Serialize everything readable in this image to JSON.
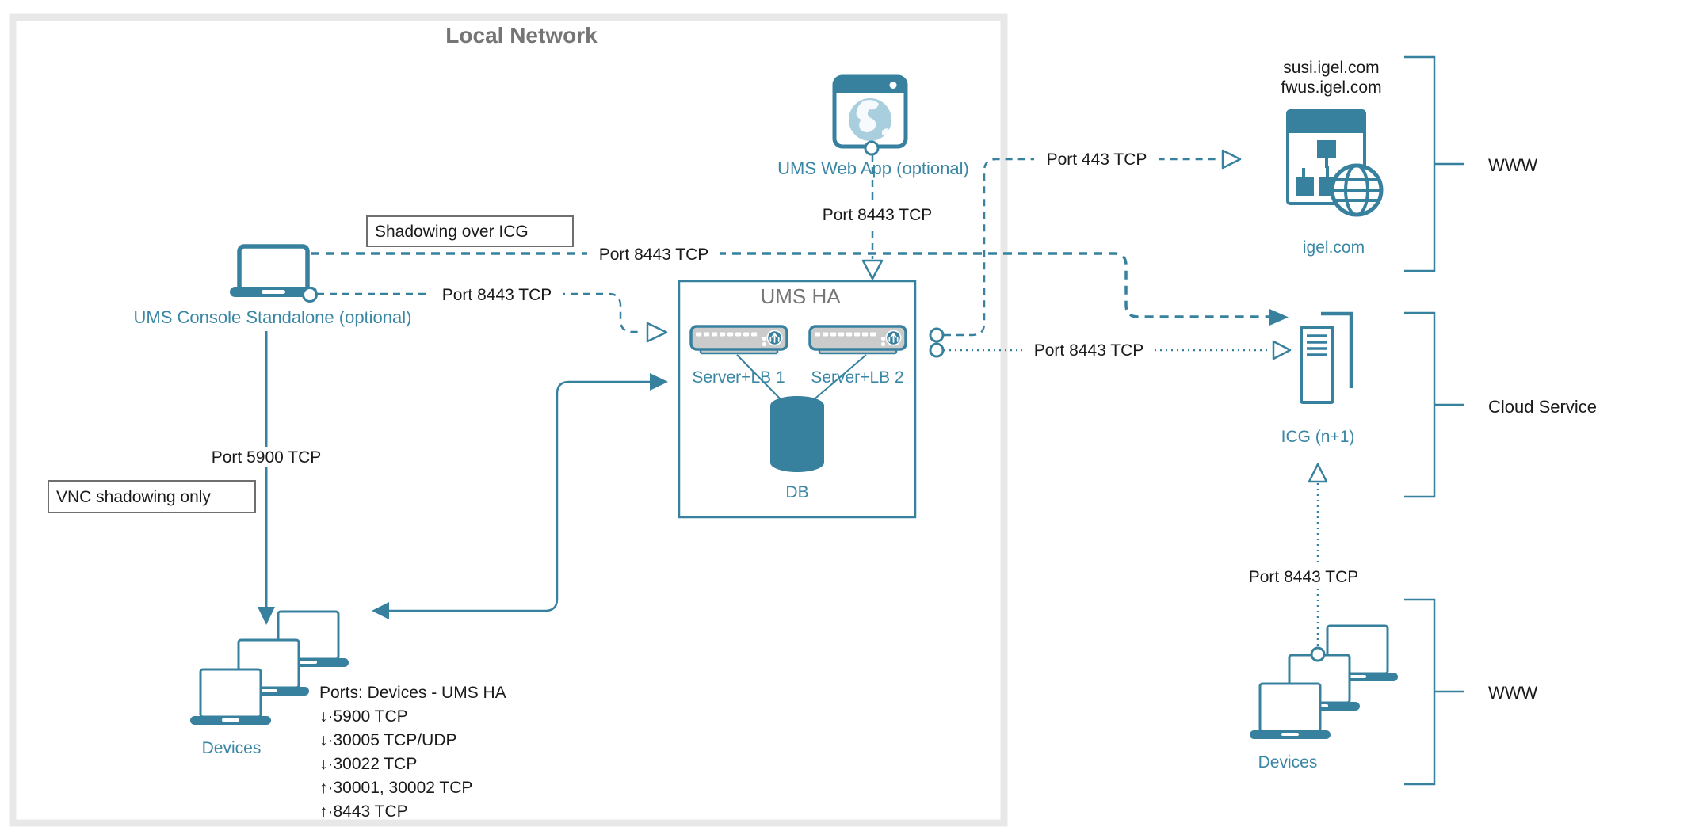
{
  "diagram": {
    "local_network": {
      "title": "Local Network"
    },
    "console": {
      "label": "UMS Console Standalone (optional)"
    },
    "web_app": {
      "label": "UMS Web App (optional)"
    },
    "ums_ha": {
      "title": "UMS HA",
      "server1": "Server+LB 1",
      "server2": "Server+LB 2",
      "db": "DB"
    },
    "devices_local": {
      "label": "Devices"
    },
    "devices_cloud": {
      "label": "Devices"
    },
    "igel": {
      "domains": [
        "susi.igel.com",
        "fwus.igel.com"
      ],
      "label": "igel.com"
    },
    "icg": {
      "label": "ICG (n+1)"
    },
    "annotations": {
      "shadowing": "Shadowing over ICG",
      "vnc": "VNC shadowing only"
    },
    "ports": {
      "console_to_icg": "Port 8443 TCP",
      "console_to_ums": "Port 8443 TCP",
      "webapp_to_ums": "Port 8443 TCP",
      "ums_to_igel": "Port 443 TCP",
      "ums_to_icg": "Port 8443 TCP",
      "console_to_devices": "Port 5900 TCP",
      "devices_to_icg": "Port 8443 TCP"
    },
    "ports_list": {
      "title": "Ports: Devices - UMS HA",
      "items": [
        "↓·5900 TCP",
        "↓·30005 TCP/UDP",
        "↓·30022 TCP",
        "↑·30001, 30002 TCP",
        "↑·8443 TCP"
      ]
    },
    "groups": {
      "www_top": "WWW",
      "cloud_service": "Cloud Service",
      "www_bottom": "WWW"
    },
    "colors": {
      "teal_stroke": "#37819F",
      "teal_text": "#3A87A5",
      "globe_light": "#A9CEDE",
      "gray_title": "#757575",
      "network_border": "#E8E8E8",
      "server_gray": "#CBCBCB"
    }
  }
}
